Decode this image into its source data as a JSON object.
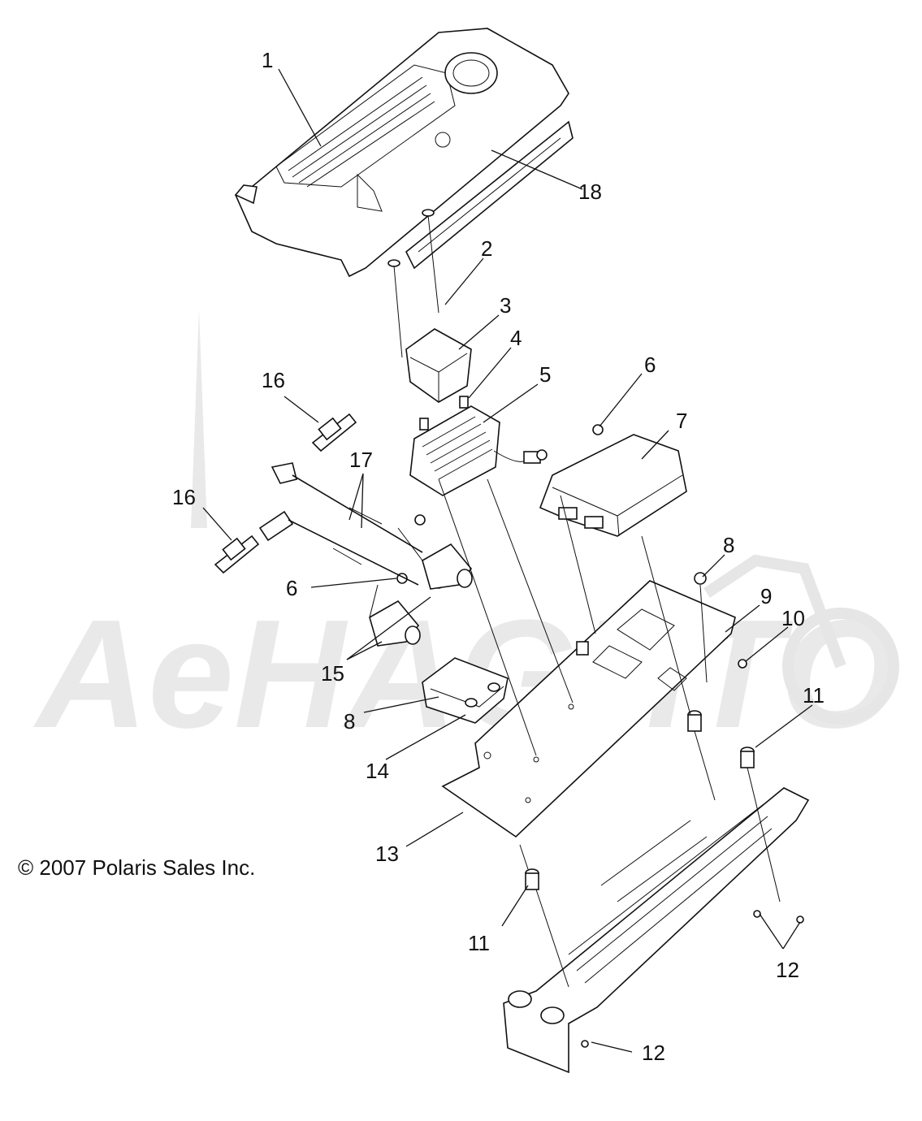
{
  "copyright": "© 2007 Polaris Sales Inc.",
  "watermark_text": "AeHAGHTO",
  "callouts": [
    {
      "id": "1",
      "label": "1"
    },
    {
      "id": "2",
      "label": "2"
    },
    {
      "id": "3",
      "label": "3"
    },
    {
      "id": "4",
      "label": "4"
    },
    {
      "id": "5",
      "label": "5"
    },
    {
      "id": "6a",
      "label": "6"
    },
    {
      "id": "6b",
      "label": "6"
    },
    {
      "id": "7",
      "label": "7"
    },
    {
      "id": "8a",
      "label": "8"
    },
    {
      "id": "8b",
      "label": "8"
    },
    {
      "id": "9",
      "label": "9"
    },
    {
      "id": "10",
      "label": "10"
    },
    {
      "id": "11a",
      "label": "11"
    },
    {
      "id": "11b",
      "label": "11"
    },
    {
      "id": "12a",
      "label": "12"
    },
    {
      "id": "12b",
      "label": "12"
    },
    {
      "id": "13",
      "label": "13"
    },
    {
      "id": "14",
      "label": "14"
    },
    {
      "id": "15",
      "label": "15"
    },
    {
      "id": "16a",
      "label": "16"
    },
    {
      "id": "16b",
      "label": "16"
    },
    {
      "id": "17",
      "label": "17"
    },
    {
      "id": "18",
      "label": "18"
    }
  ]
}
